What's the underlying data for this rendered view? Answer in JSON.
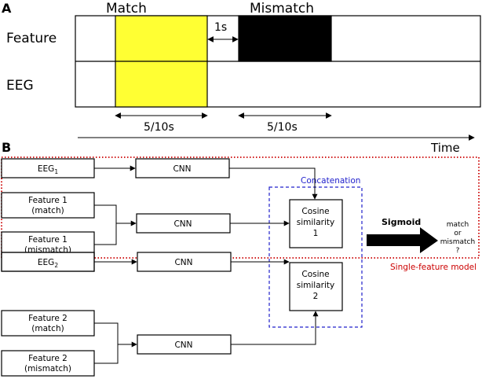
{
  "panel_a": {
    "label": "A",
    "rows": {
      "feature": "Feature",
      "eeg": "EEG"
    },
    "match_label": "Match",
    "mismatch_label": "Mismatch",
    "gap_label": "1s",
    "duration_left": "5/10s",
    "duration_right": "5/10s",
    "time_label": "Time",
    "colors": {
      "match": "#ffff33",
      "mismatch": "#000000"
    }
  },
  "panel_b": {
    "label": "B",
    "eeg1": {
      "base": "EEG",
      "sub": "1"
    },
    "eeg2": {
      "base": "EEG",
      "sub": "2"
    },
    "feature1_match": {
      "line1": "Feature 1",
      "line2": "(match)"
    },
    "feature1_mismatch": {
      "line1": "Feature 1",
      "line2": "(mismatch)"
    },
    "feature2_match": {
      "line1": "Feature 2",
      "line2": "(match)"
    },
    "feature2_mismatch": {
      "line1": "Feature 2",
      "line2": "(mismatch)"
    },
    "cnn_label": "CNN",
    "cos1": {
      "line1": "Cosine",
      "line2": "similarity",
      "line3": "1"
    },
    "cos2": {
      "line1": "Cosine",
      "line2": "similarity",
      "line3": "2"
    },
    "concatenation_label": "Concatenation",
    "sigmoid_label": "Sigmoid",
    "output": {
      "line1": "match",
      "line2": "or",
      "line3": "mismatch",
      "line4": "?"
    },
    "single_feature_label": "Single-feature model",
    "colors": {
      "concatenation": "#2222cc",
      "single_feature": "#cc0000"
    }
  }
}
